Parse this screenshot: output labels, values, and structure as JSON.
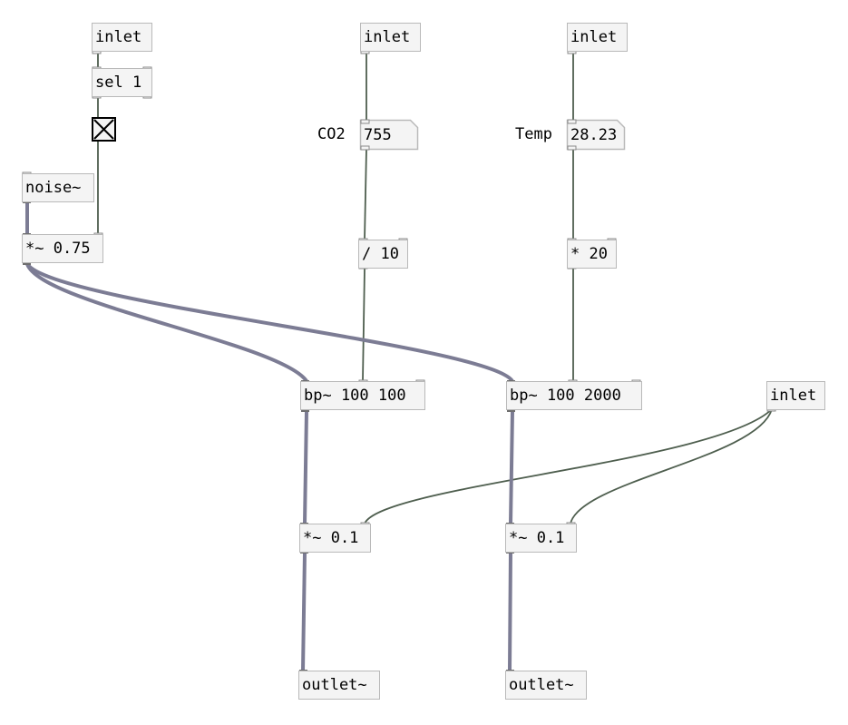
{
  "patch": {
    "objects": {
      "inlet1": "inlet",
      "sel": "sel 1",
      "inlet2": "inlet",
      "inlet3": "inlet",
      "noise": "noise~",
      "mul075": "*~ 0.75",
      "co2_value": "755",
      "temp_value": "28.23",
      "div10": "/ 10",
      "mul20": "* 20",
      "bp1": "bp~ 100 100",
      "bp2": "bp~ 100 2000",
      "inlet4": "inlet",
      "mul01a": "*~ 0.1",
      "mul01b": "*~ 0.1",
      "outlet1": "outlet~",
      "outlet2": "outlet~"
    },
    "labels": {
      "co2": "CO2",
      "temp": "Temp"
    },
    "toggle": {
      "checked": true,
      "icon": "toggle-x-icon"
    }
  },
  "colors": {
    "signal_cord": "#7c7c94",
    "control_cord": "#4e5e4e",
    "box_border": "#b9b9b9",
    "box_fill": "#f4f4f4",
    "inlet_fill": "#f4f4f4",
    "signal_port": "#6f6f6f"
  }
}
